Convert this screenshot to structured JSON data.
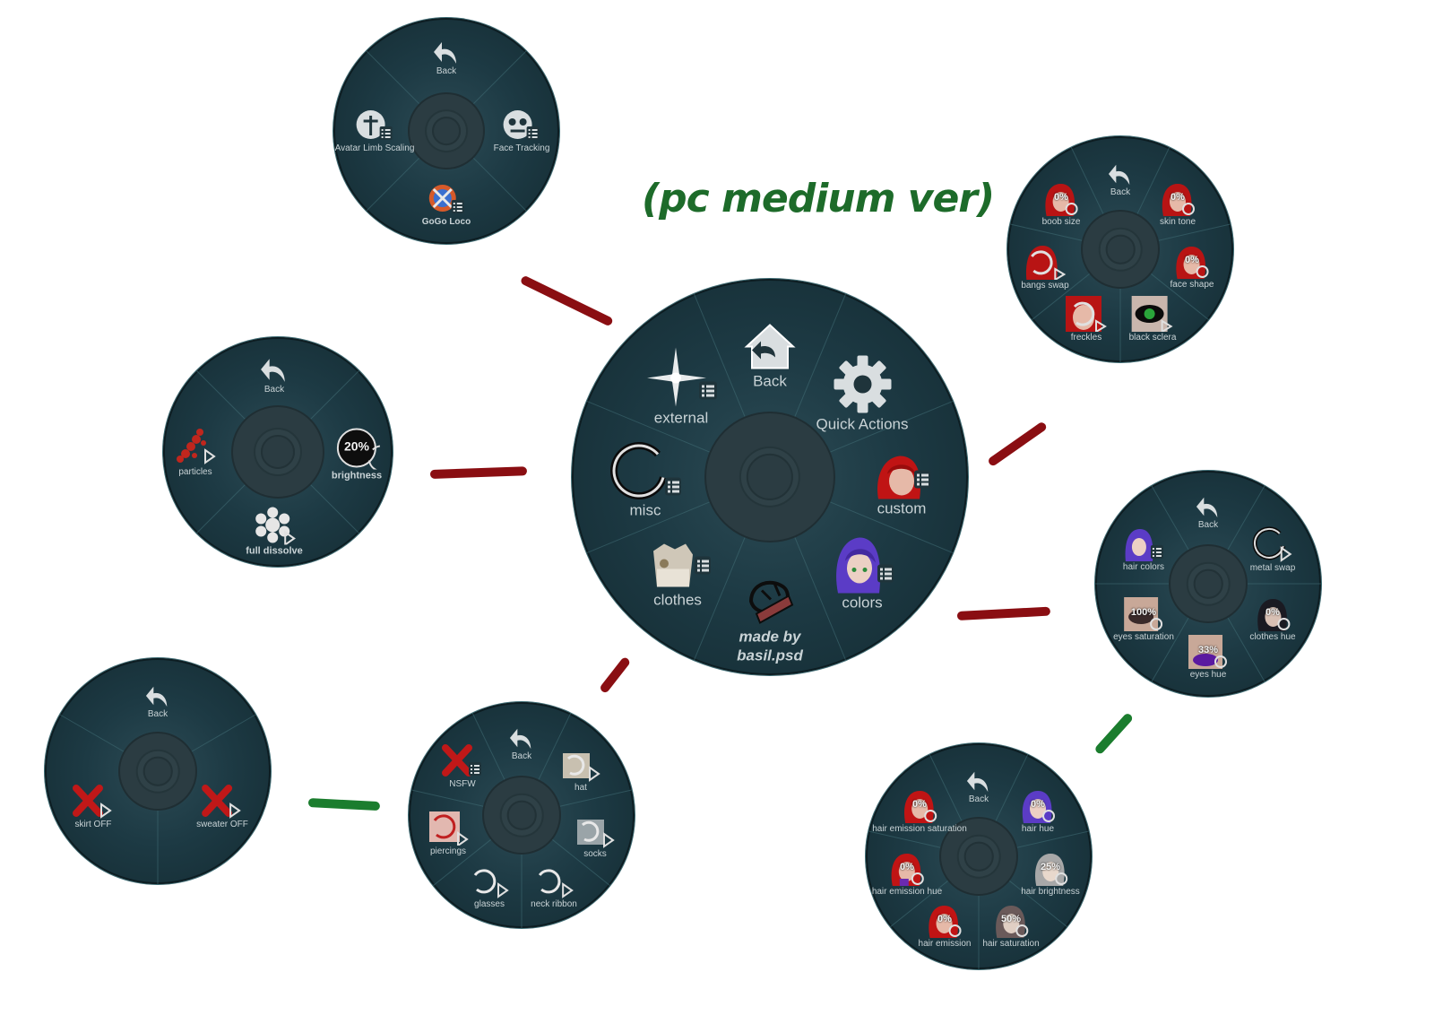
{
  "title": "(pc medium ver)",
  "colors": {
    "connector_red": "#8a0e12",
    "connector_green": "#1b7d2e",
    "menu_bg": "#1d3a44",
    "title": "#1d6b2a"
  },
  "main_menu": {
    "items": [
      {
        "label": "Back",
        "icon": "home-back-icon"
      },
      {
        "label": "Quick Actions",
        "icon": "gear-icon"
      },
      {
        "label": "custom",
        "icon": "red-hair-avatar-icon"
      },
      {
        "label": "colors",
        "icon": "purple-hair-avatar-icon"
      },
      {
        "label": "made by basil.psd",
        "icon": "signature-logo-icon"
      },
      {
        "label": "clothes",
        "icon": "clothes-icon"
      },
      {
        "label": "misc",
        "icon": "ring-icon"
      },
      {
        "label": "external",
        "icon": "sparkle-icon"
      }
    ]
  },
  "external_menu": {
    "items": [
      {
        "label": "Back"
      },
      {
        "label": "Face Tracking"
      },
      {
        "label": "GoGo Loco"
      },
      {
        "label": "Avatar Limb Scaling"
      }
    ]
  },
  "misc_menu": {
    "items": [
      {
        "label": "Back"
      },
      {
        "label": "brightness",
        "value": "20%"
      },
      {
        "label": "full dissolve"
      },
      {
        "label": "particles"
      }
    ]
  },
  "custom_menu": {
    "items": [
      {
        "label": "Back"
      },
      {
        "label": "skin tone",
        "value": "0%"
      },
      {
        "label": "face shape",
        "value": "0%"
      },
      {
        "label": "black sclera"
      },
      {
        "label": "freckles"
      },
      {
        "label": "bangs swap"
      },
      {
        "label": "boob size",
        "value": "0%"
      }
    ]
  },
  "colors_menu": {
    "items": [
      {
        "label": "Back"
      },
      {
        "label": "metal swap"
      },
      {
        "label": "clothes hue",
        "value": "0%"
      },
      {
        "label": "eyes hue",
        "value": "33%"
      },
      {
        "label": "eyes saturation",
        "value": "100%"
      },
      {
        "label": "hair colors"
      }
    ]
  },
  "hair_colors_menu": {
    "items": [
      {
        "label": "Back"
      },
      {
        "label": "hair hue",
        "value": "0%"
      },
      {
        "label": "hair brightness",
        "value": "25%"
      },
      {
        "label": "hair saturation",
        "value": "50%"
      },
      {
        "label": "hair emission",
        "value": "0%"
      },
      {
        "label": "hair emission hue",
        "value": "0%"
      },
      {
        "label": "hair emission saturation",
        "value": "0%"
      }
    ]
  },
  "clothes_menu": {
    "items": [
      {
        "label": "Back"
      },
      {
        "label": "hat"
      },
      {
        "label": "socks"
      },
      {
        "label": "neck ribbon"
      },
      {
        "label": "glasses"
      },
      {
        "label": "piercings"
      },
      {
        "label": "NSFW"
      }
    ]
  },
  "nsfw_menu": {
    "items": [
      {
        "label": "Back"
      },
      {
        "label": "sweater OFF"
      },
      {
        "label": "skirt OFF"
      }
    ]
  }
}
